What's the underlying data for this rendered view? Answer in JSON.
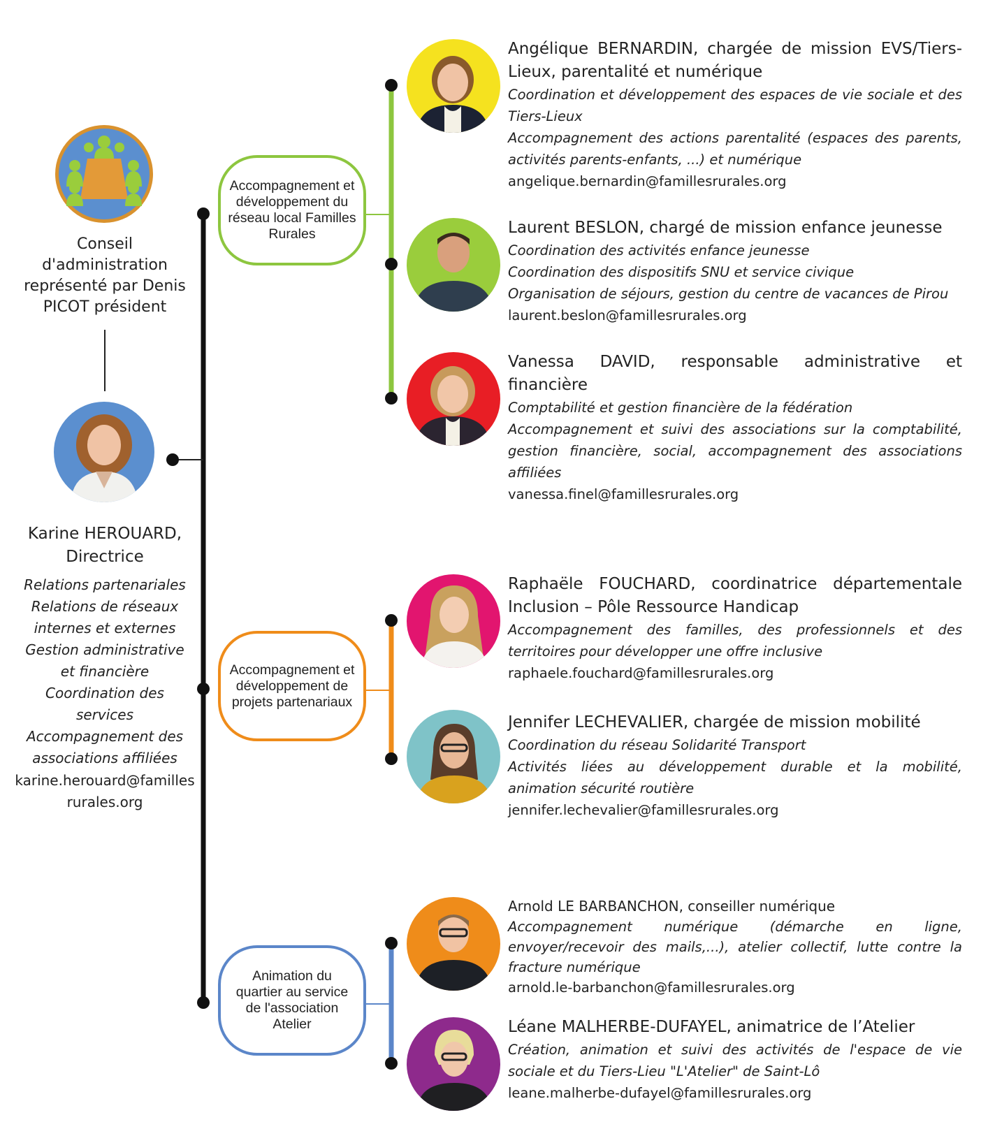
{
  "board": {
    "title_lines": [
      "Conseil",
      "d'administration",
      "représenté par Denis",
      "PICOT président"
    ],
    "icon": "people-around-table-icon",
    "colors": {
      "ring": "#d9922e",
      "fill": "#5b8fcf",
      "table": "#e39a38",
      "people": "#9acd3c"
    }
  },
  "director": {
    "name_lines": [
      "Karine HEROUARD,",
      "Directrice"
    ],
    "responsibilities": [
      "Relations partenariales",
      "Relations de réseaux",
      "internes et externes",
      "Gestion administrative",
      "et financière",
      "Coordination des",
      "services",
      "Accompagnement des",
      "associations affiliées"
    ],
    "email": "karine.herouard@famillesrurales.org",
    "photo_bg": "#5b8fcf"
  },
  "teams": [
    {
      "label": "Accompagnement et développement du réseau local Familles Rurales",
      "color": "#8dc63f"
    },
    {
      "label": "Accompagnement et développement de projets partenariaux",
      "color": "#ef8c1a"
    },
    {
      "label": "Animation du quartier au service de l'association Atelier",
      "color": "#5b86c9"
    }
  ],
  "people": [
    {
      "name": "Angélique BERNARDIN, chargée de mission EVS/Tiers-Lieux, parentalité et numérique",
      "responsibilities": [
        "Coordination et développement des espaces de vie sociale et des Tiers-Lieux",
        "Accompagnement des actions parentalité (espaces des parents, activités parents-enfants, ...) et numérique"
      ],
      "email": "angelique.bernardin@famillesrurales.org",
      "photo_bg": "#f5e21f"
    },
    {
      "name": "Laurent BESLON, chargé de mission enfance jeunesse",
      "responsibilities": [
        "Coordination des activités enfance jeunesse",
        "Coordination des dispositifs SNU et service civique",
        "Organisation de séjours, gestion du centre de vacances de Pirou"
      ],
      "email": "laurent.beslon@famillesrurales.org",
      "photo_bg": "#9acd3c"
    },
    {
      "name": "Vanessa DAVID, responsable administrative et financière",
      "responsibilities": [
        "Comptabilité et gestion financière de la fédération",
        "Accompagnement et suivi des associations sur la comptabilité, gestion financière, social, accompagnement des associations affiliées"
      ],
      "email": "vanessa.finel@famillesrurales.org",
      "photo_bg": "#e81e25"
    },
    {
      "name": "Raphaële FOUCHARD, coordinatrice départementale Inclusion – Pôle Ressource Handicap",
      "responsibilities": [
        "Accompagnement des familles, des professionnels et des territoires pour développer une offre inclusive"
      ],
      "email": "raphaele.fouchard@famillesrurales.org",
      "photo_bg": "#e2156f"
    },
    {
      "name": "Jennifer LECHEVALIER, chargée de mission mobilité",
      "responsibilities": [
        "Coordination du réseau Solidarité Transport",
        "Activités liées au développement durable et la mobilité, animation sécurité routière"
      ],
      "email": "jennifer.lechevalier@famillesrurales.org",
      "photo_bg": "#7fc3c8"
    },
    {
      "name": "Arnold LE BARBANCHON, conseiller numérique",
      "responsibilities": [
        "Accompagnement numérique (démarche en ligne, envoyer/recevoir des mails,...), atelier collectif, lutte contre la fracture numérique"
      ],
      "email": "arnold.le-barbanchon@famillesrurales.org",
      "photo_bg": "#ef8c1a"
    },
    {
      "name": "Léane MALHERBE-DUFAYEL, animatrice de l’Atelier",
      "responsibilities": [
        "Création, animation et suivi des activités de l'espace de vie sociale et du Tiers-Lieu \"L'Atelier\" de Saint-Lô"
      ],
      "email": "leane.malherbe-dufayel@famillesrurales.org",
      "photo_bg": "#8e2a8c"
    }
  ]
}
